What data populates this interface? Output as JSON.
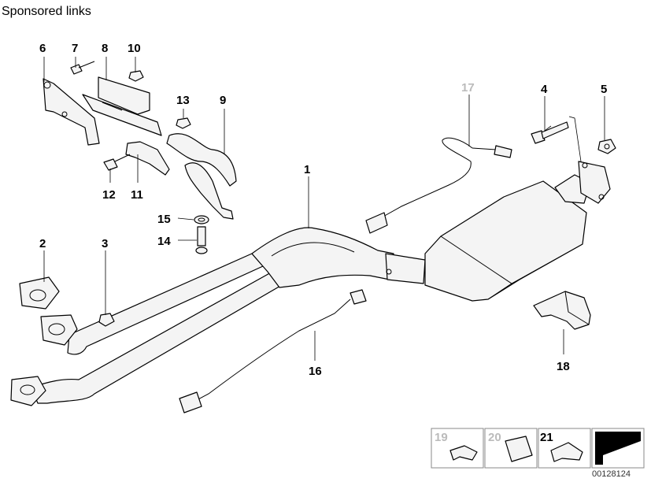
{
  "header": {
    "sponsored": "Sponsored links"
  },
  "labels": {
    "n1": "1",
    "n2": "2",
    "n3": "3",
    "n4": "4",
    "n5": "5",
    "n6": "6",
    "n7": "7",
    "n8": "8",
    "n9": "9",
    "n10": "10",
    "n11": "11",
    "n12": "12",
    "n13": "13",
    "n14": "14",
    "n15": "15",
    "n16": "16",
    "n17": "17",
    "n18": "18"
  },
  "strip": {
    "n19": "19",
    "n20": "20",
    "n21": "21"
  },
  "footer": {
    "code": "00128124"
  }
}
